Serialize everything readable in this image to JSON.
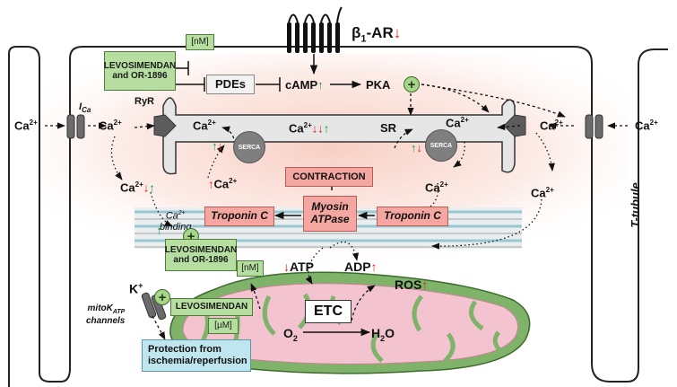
{
  "receptor": {
    "label": "β",
    "sub": "1",
    "suffix": "-AR"
  },
  "drug_top": {
    "line1": "LEVOSIMENDAN",
    "line2": "and OR-1896",
    "conc": "[nM]"
  },
  "drug_mid": {
    "line1": "LEVOSIMENDAN",
    "line2": "and OR-1896",
    "conc": "[nM]"
  },
  "drug_mito": {
    "line1": "LEVOSIMENDAN",
    "conc": "[µM]"
  },
  "pdes": "PDEs",
  "camp": "cAMP",
  "pka": "PKA",
  "plus": "+",
  "ryr": "RyR",
  "ica": {
    "main": "I",
    "sub": "Ca"
  },
  "ca": {
    "main": "Ca",
    "sup": "2+"
  },
  "sr": "SR",
  "serca": "SERCA",
  "contraction": "CONTRACTION",
  "myosin": {
    "line1": "Myosin",
    "line2": "ATPase"
  },
  "troponin": "Troponin C",
  "binding": "binding",
  "atp": "ATP",
  "adp": "ADP",
  "ros": "ROS",
  "etc": "ETC",
  "o2": {
    "main": "O",
    "sub": "2"
  },
  "h2o": {
    "pre": "H",
    "sub": "2",
    "post": "O"
  },
  "k": {
    "main": "K",
    "sup": "+"
  },
  "mitok": {
    "pre": "mitoK",
    "sub": "ATP",
    "line2": "channels"
  },
  "protection": {
    "line1": "Protection from",
    "line2": "ischemia/reperfusion"
  },
  "ttubule": "T-tubule",
  "arrows": {
    "up": "🡑",
    "down": "🡓"
  }
}
